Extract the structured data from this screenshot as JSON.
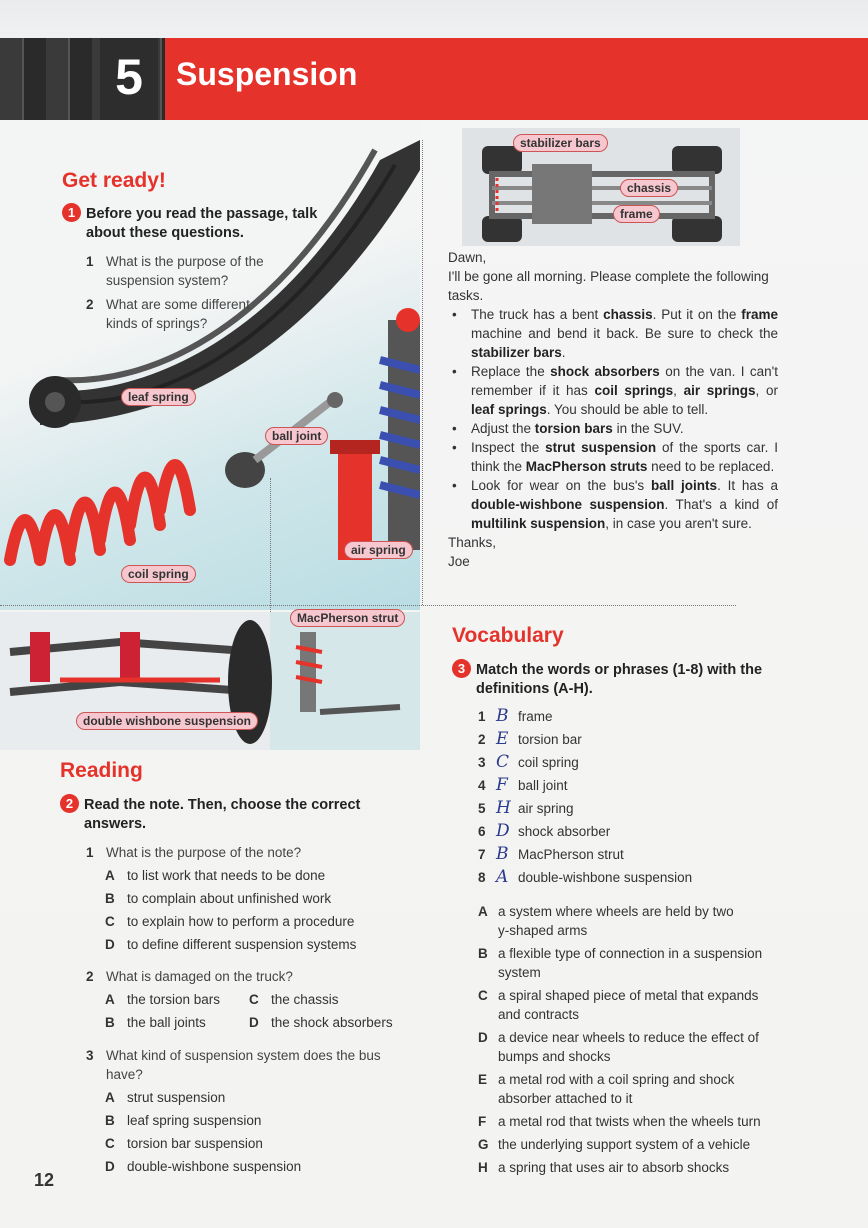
{
  "header": {
    "chapter_number": "5",
    "chapter_title": "Suspension"
  },
  "get_ready": {
    "heading": "Get ready!",
    "task_number": "1",
    "task_text_1": "Before you read the passage, talk",
    "task_text_2": "about these questions.",
    "questions": [
      {
        "n": "1",
        "line1": "What is the purpose of the",
        "line2": "suspension system?"
      },
      {
        "n": "2",
        "line1": "What are some different",
        "line2": "kinds of springs?"
      }
    ]
  },
  "image_labels": {
    "leaf_spring": "leaf spring",
    "ball_joint": "ball joint",
    "coil_spring": "coil spring",
    "air_spring": "air spring",
    "macpherson": "MacPherson strut",
    "double_wishbone": "double wishbone suspension",
    "stabilizer": "stabilizer bars",
    "chassis": "chassis",
    "frame": "frame"
  },
  "note": {
    "greeting": "Dawn,",
    "intro": "I'll be gone all morning. Please complete the following tasks.",
    "items": [
      "The truck has a bent <b>chassis</b>. Put it on the <b>frame</b> machine and bend it back. Be sure to check the <b>stabilizer bars</b>.",
      "Replace the <b>shock absorbers</b> on the van. I can't remember if it has <b>coil springs</b>, <b>air springs</b>, or <b>leaf springs</b>. You should be able to tell.",
      "Adjust the <b>torsion bars</b> in the SUV.",
      "Inspect the <b>strut suspension</b> of the sports car. I think the <b>MacPherson struts</b> need to be replaced.",
      "Look for wear on the bus's <b>ball joints</b>. It has a <b>double-wishbone suspension</b>. That's a kind of <b>multilink suspension</b>, in case you aren't sure."
    ],
    "closing": "Thanks,",
    "signature": "Joe"
  },
  "reading": {
    "heading": "Reading",
    "task_number": "2",
    "task_text_1": "Read the note. Then, choose the correct",
    "task_text_2": "answers.",
    "q1": {
      "n": "1",
      "text": "What is the purpose of the note?",
      "options": [
        {
          "l": "A",
          "t": "to list work that needs to be done"
        },
        {
          "l": "B",
          "t": "to complain about unfinished work"
        },
        {
          "l": "C",
          "t": "to explain how to perform a procedure"
        },
        {
          "l": "D",
          "t": "to define different suspension systems"
        }
      ]
    },
    "q2": {
      "n": "2",
      "text": "What is damaged on the truck?",
      "options": [
        {
          "l": "A",
          "t": "the torsion bars"
        },
        {
          "l": "C",
          "t": "the chassis"
        },
        {
          "l": "B",
          "t": "the ball joints"
        },
        {
          "l": "D",
          "t": "the shock absorbers"
        }
      ]
    },
    "q3": {
      "n": "3",
      "text1": "What kind of suspension system does the bus",
      "text2": "have?",
      "options": [
        {
          "l": "A",
          "t": "strut suspension"
        },
        {
          "l": "B",
          "t": "leaf spring suspension"
        },
        {
          "l": "C",
          "t": "torsion bar suspension"
        },
        {
          "l": "D",
          "t": "double-wishbone suspension"
        }
      ]
    }
  },
  "vocabulary": {
    "heading": "Vocabulary",
    "task_number": "3",
    "task_text_1": "Match the words or phrases (1-8) with the",
    "task_text_2": "definitions (A-H).",
    "words": [
      {
        "n": "1",
        "hand": "B",
        "w": "frame"
      },
      {
        "n": "2",
        "hand": "E",
        "w": "torsion bar"
      },
      {
        "n": "3",
        "hand": "C",
        "w": "coil spring"
      },
      {
        "n": "4",
        "hand": "F",
        "w": "ball joint"
      },
      {
        "n": "5",
        "hand": "H",
        "w": "air spring"
      },
      {
        "n": "6",
        "hand": "D",
        "w": "shock absorber"
      },
      {
        "n": "7",
        "hand": "B",
        "w": "MacPherson strut"
      },
      {
        "n": "8",
        "hand": "A",
        "w": "double-wishbone suspension"
      }
    ],
    "definitions": [
      {
        "l": "A",
        "t1": "a system where wheels are held by two",
        "t2": "y-shaped arms"
      },
      {
        "l": "B",
        "t1": "a flexible type of connection in a suspension",
        "t2": "system"
      },
      {
        "l": "C",
        "t1": "a spiral shaped piece of metal that expands",
        "t2": "and contracts"
      },
      {
        "l": "D",
        "t1": "a device near wheels to reduce the effect of",
        "t2": "bumps and shocks"
      },
      {
        "l": "E",
        "t1": "a metal rod with a coil spring and shock",
        "t2": "absorber attached to it"
      },
      {
        "l": "F",
        "t1": "a metal rod that twists when the wheels turn",
        "t2": ""
      },
      {
        "l": "G",
        "t1": "the underlying support system of a vehicle",
        "t2": ""
      },
      {
        "l": "H",
        "t1": "a spring that uses air to absorb shocks",
        "t2": ""
      }
    ]
  },
  "page_number": "12"
}
